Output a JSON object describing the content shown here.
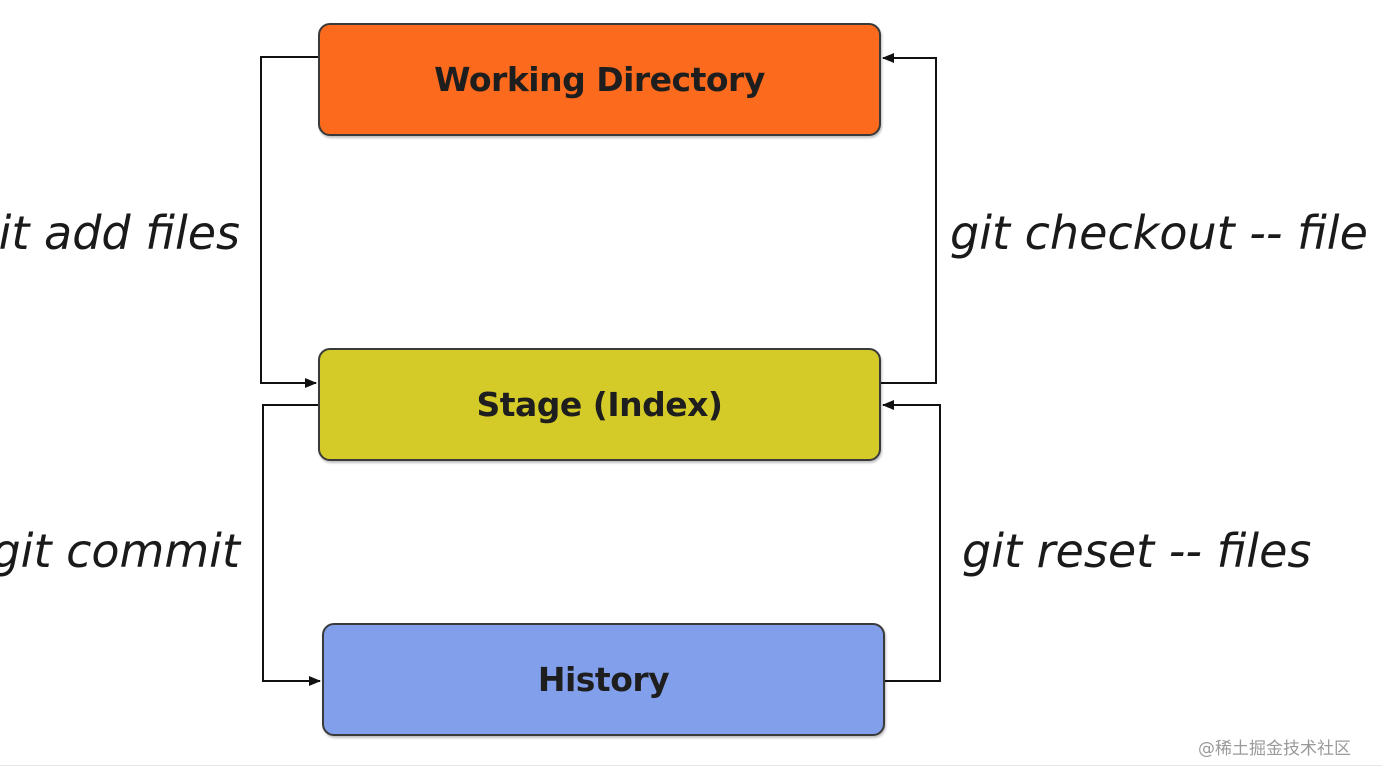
{
  "boxes": {
    "working_directory": {
      "label": "Working Directory",
      "color": "#fb6a1d"
    },
    "stage": {
      "label": "Stage (Index)",
      "color": "#d4cb28"
    },
    "history": {
      "label": "History",
      "color": "#829fec"
    }
  },
  "commands": {
    "add": "it add files",
    "commit": "git commit",
    "checkout": "git checkout -- file",
    "reset": "git reset -- files"
  },
  "watermark": "@稀土掘金技术社区"
}
